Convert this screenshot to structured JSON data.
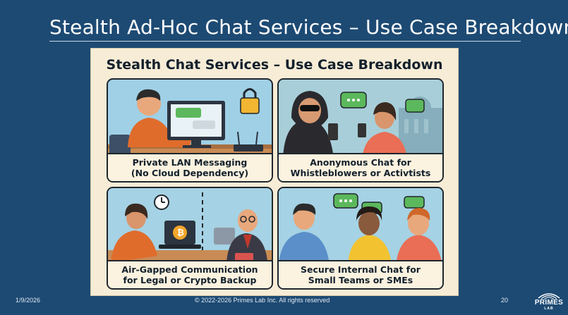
{
  "slide": {
    "title": "Stealth Ad-Hoc Chat Services – Use Case Breakdown",
    "date": "1/9/2026",
    "copyright": "© 2022-2026 Primes Lab Inc. All rights reserved",
    "page_number": "20"
  },
  "poster": {
    "title": "Stealth Chat Services – Use Case Breakdown",
    "panels": [
      {
        "caption_line1": "Private LAN Messaging",
        "caption_line2": "(No Cloud Dependency)"
      },
      {
        "caption_line1": "Anonymous Chat for",
        "caption_line2": "Whistleblowers or Activtists"
      },
      {
        "caption_line1": "Air-Gapped Communication",
        "caption_line2": "for Legal or Crypto Backup"
      },
      {
        "caption_line1": "Secure Internal Chat for",
        "caption_line2": "Small Teams or SMEs"
      }
    ]
  },
  "logo": {
    "line1": "PRIMES",
    "line2": "LAB"
  },
  "colors": {
    "background": "#1d4a73",
    "poster": "#f7ecd6",
    "panel_sky": "#9fd0e6",
    "chat_bubble": "#5cb85c"
  }
}
